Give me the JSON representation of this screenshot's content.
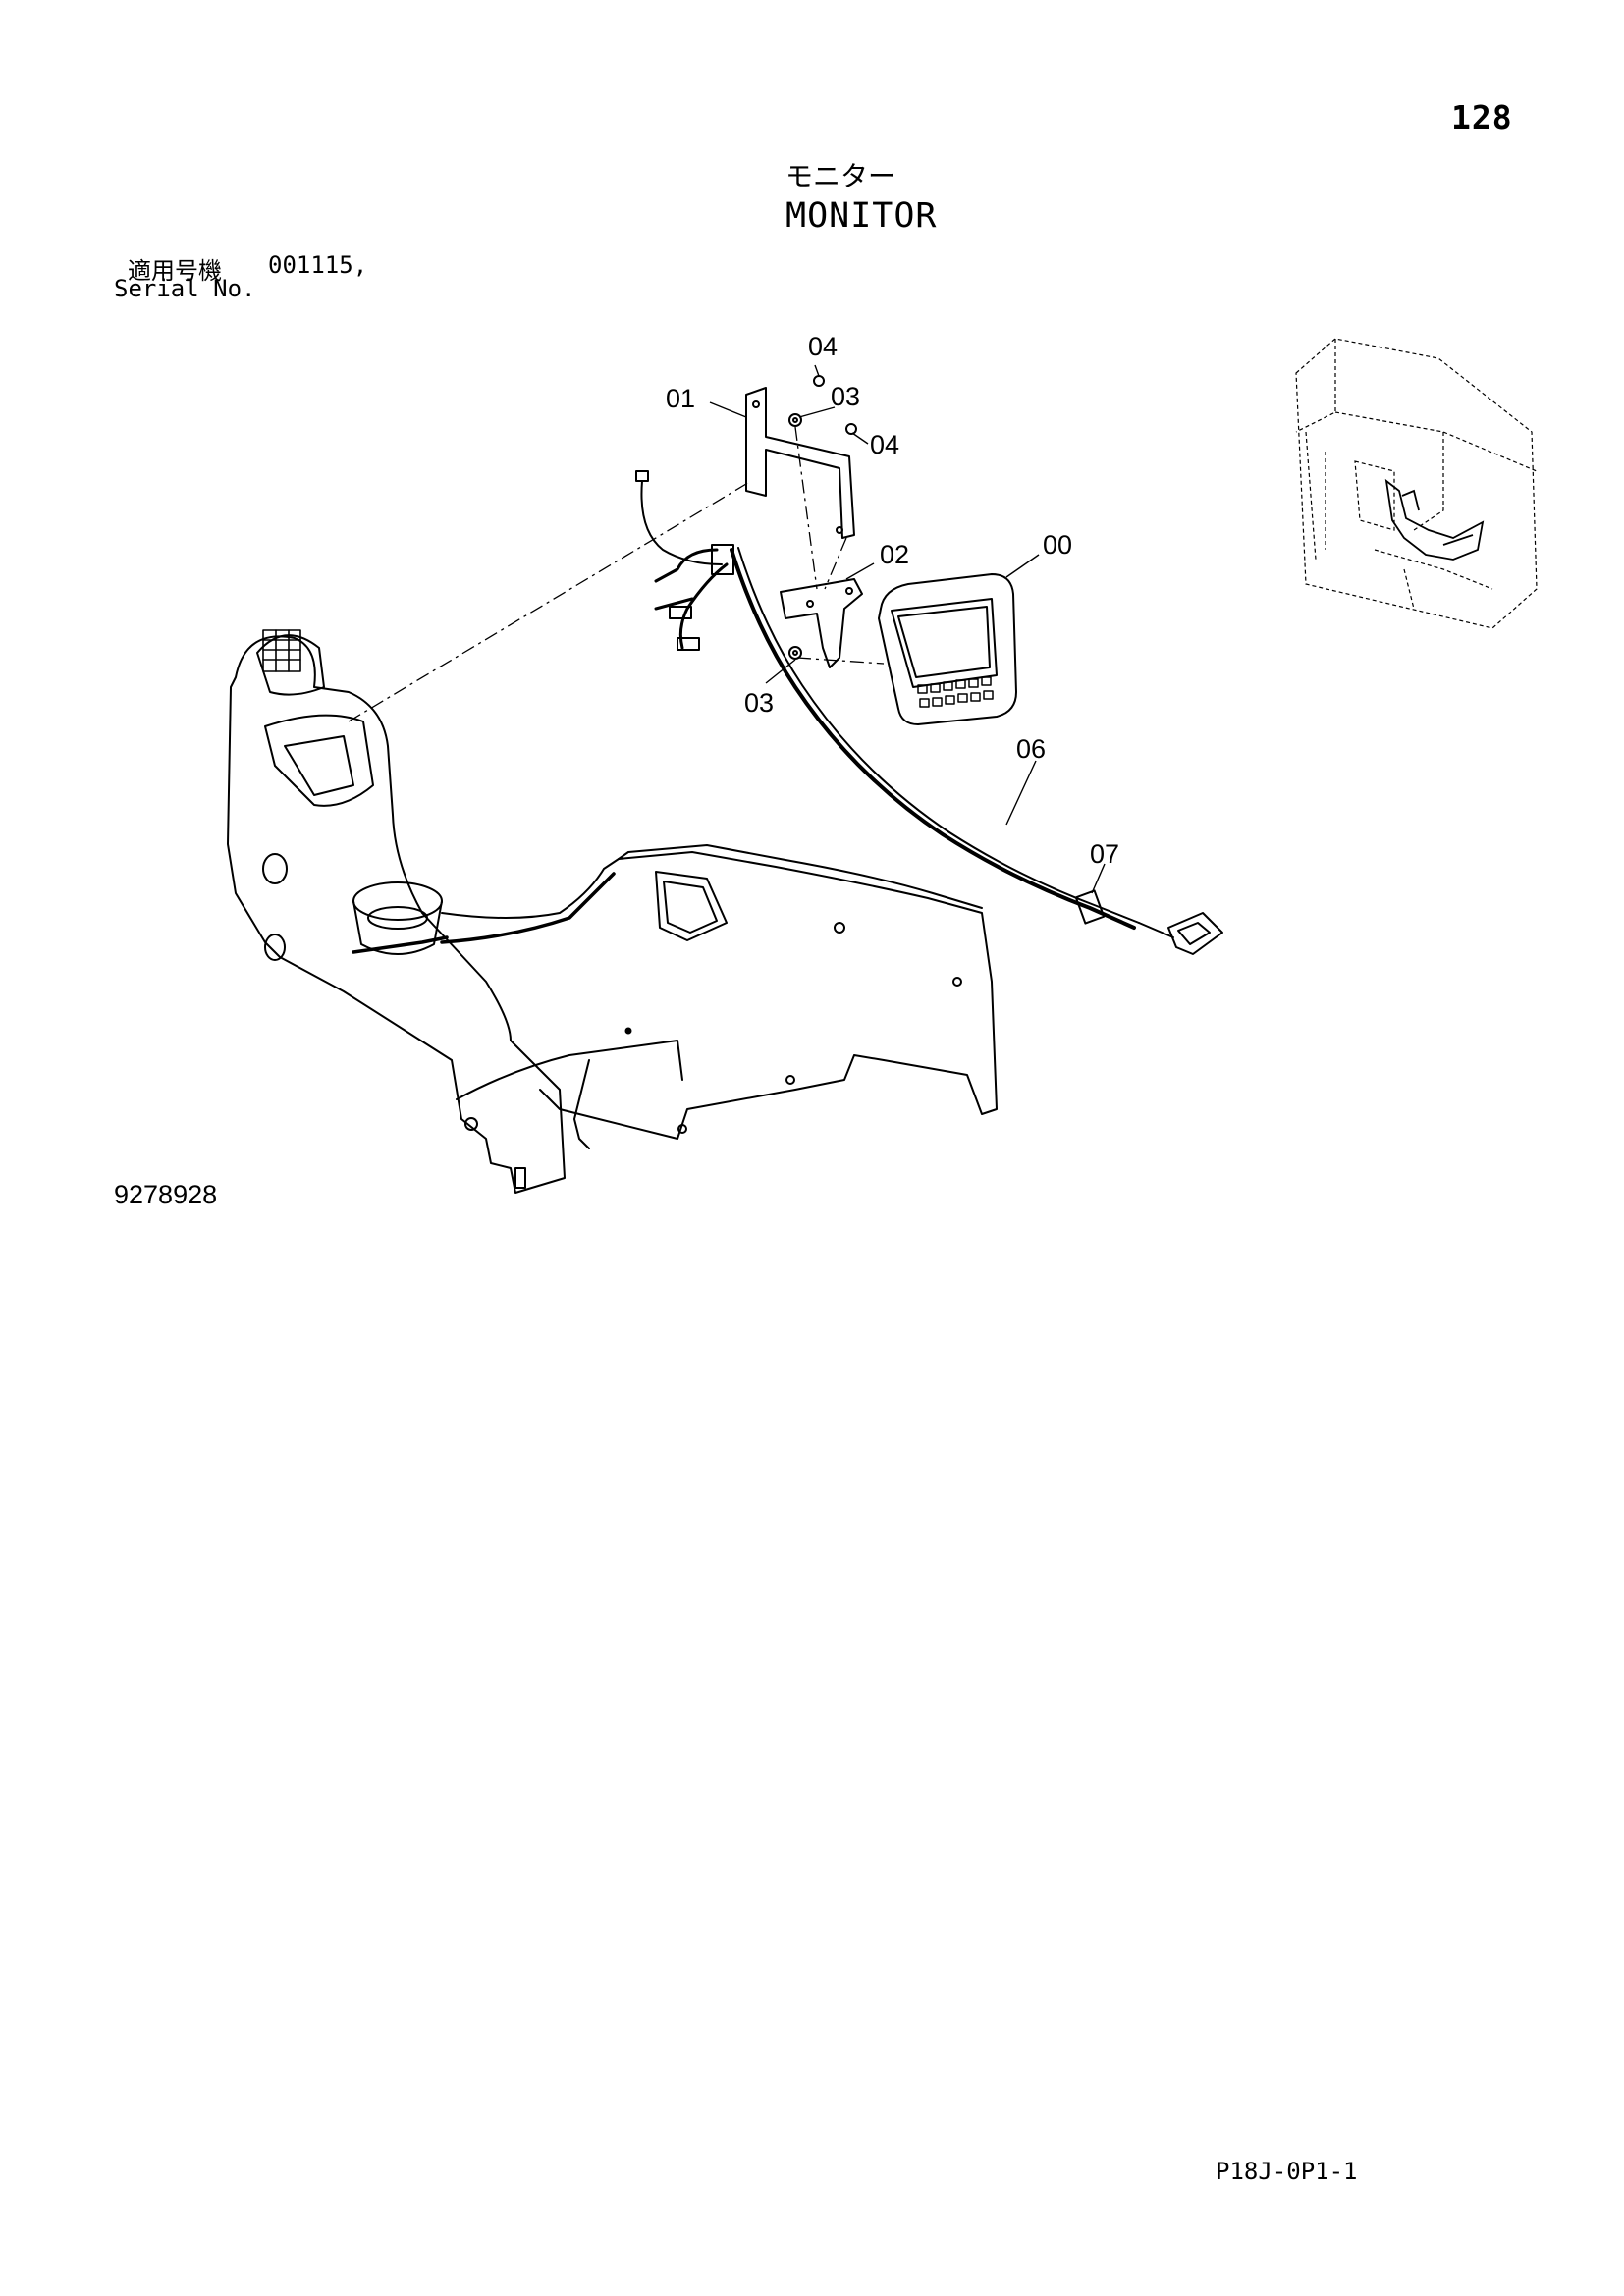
{
  "page_number": "128",
  "title": {
    "japanese": "モニター",
    "english": "MONITOR"
  },
  "serial": {
    "label_jp": "適用号機",
    "value": "001115,",
    "label_en": "Serial No."
  },
  "drawing_number": "9278928",
  "sheet_code": "P18J-0P1-1",
  "callouts": {
    "c00": "00",
    "c01": "01",
    "c02": "02",
    "c03a": "03",
    "c03b": "03",
    "c04a": "04",
    "c04b": "04",
    "c06": "06",
    "c07": "07"
  }
}
